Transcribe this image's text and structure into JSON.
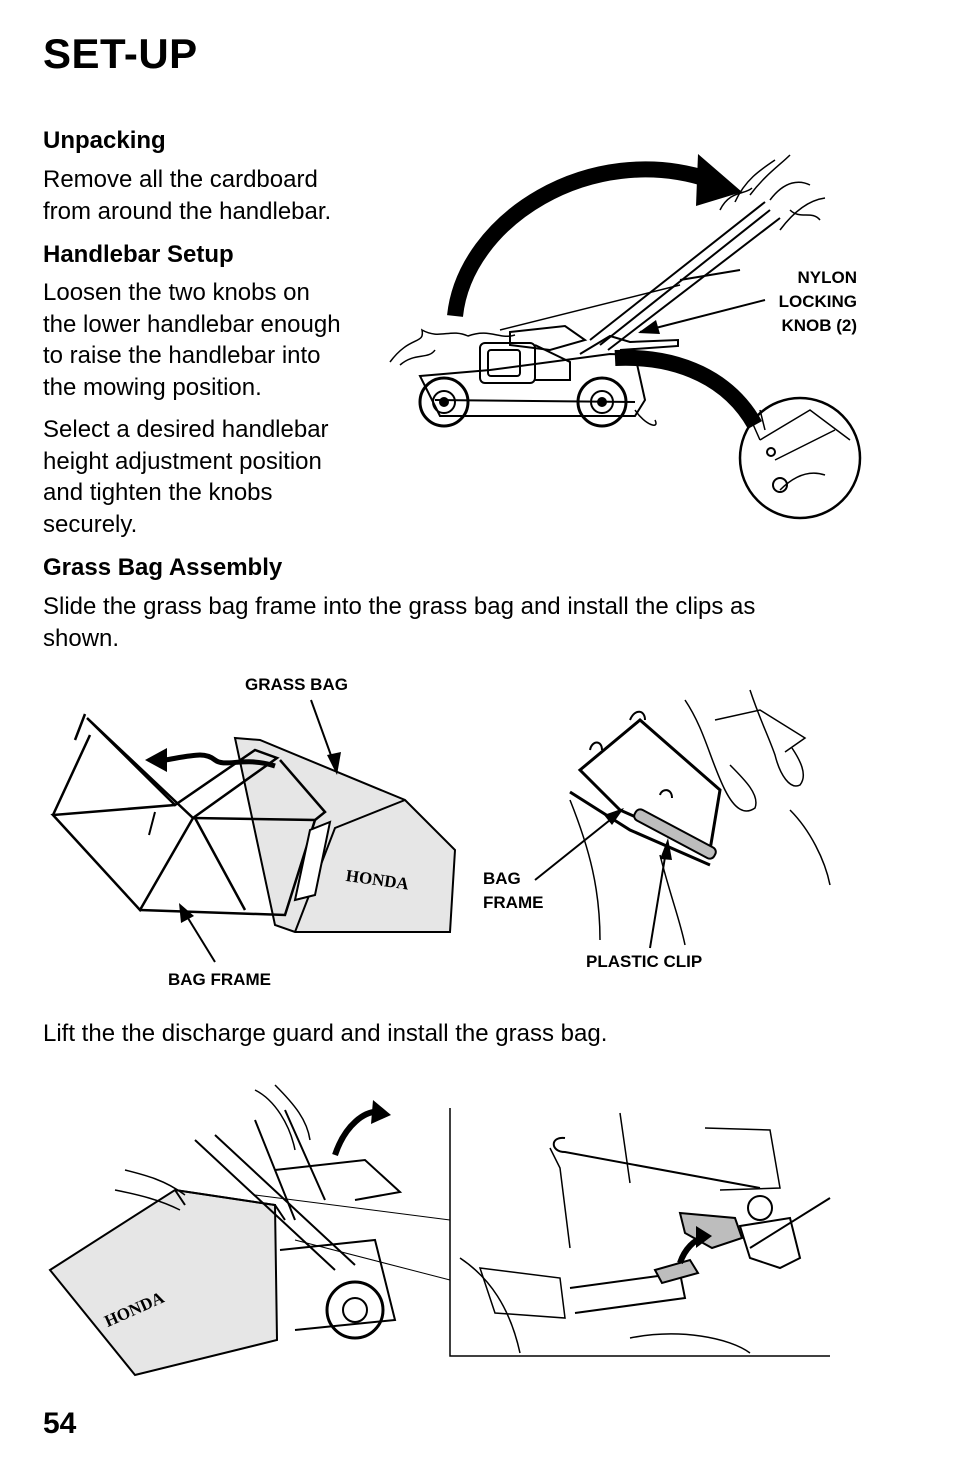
{
  "title": "SET-UP",
  "page_number": "54",
  "sections": {
    "unpacking": {
      "heading": "Unpacking",
      "text_lines": [
        "Remove all the cardboard",
        "from around the handlebar."
      ]
    },
    "handlebar": {
      "heading": "Handlebar Setup",
      "para1_lines": [
        "Loosen the two knobs on",
        "the lower handlebar enough",
        "to raise the handlebar into",
        "the mowing position."
      ],
      "para2_lines": [
        "Select a desired handlebar",
        "height adjustment position",
        "and tighten the knobs",
        "securely."
      ]
    },
    "grass_bag": {
      "heading": "Grass Bag Assembly",
      "text_lines": [
        "Slide the grass bag frame into the grass bag and install the clips as",
        "shown."
      ]
    },
    "install": {
      "text": "Lift the the discharge guard and install the grass bag."
    }
  },
  "figures": {
    "handlebar": {
      "knob_label_lines": [
        "NYLON",
        "LOCKING",
        "KNOB (2)"
      ]
    },
    "grass_bag": {
      "grass_bag_label": "GRASS BAG",
      "bag_frame_label": "BAG FRAME",
      "bag_frame_label2_lines": [
        "BAG",
        "FRAME"
      ],
      "plastic_clip_label": "PLASTIC CLIP",
      "brand": "HONDA"
    },
    "install": {
      "brand": "HONDA"
    }
  },
  "colors": {
    "text": "#000000",
    "background": "#ffffff",
    "bag_fill": "#e6e6e6",
    "clip_fill": "#bdbdbd"
  }
}
